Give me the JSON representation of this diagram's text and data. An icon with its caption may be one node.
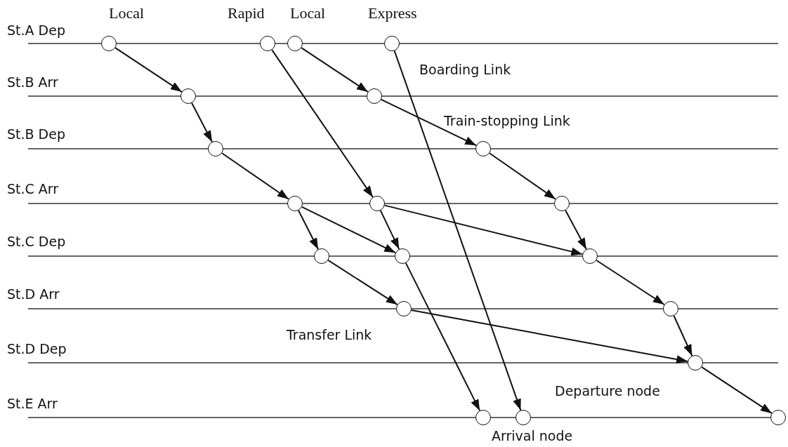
{
  "diagram": {
    "nodes": [
      {
        "text": [],
        "shape": "circle"
      },
      {
        "text": [],
        "shape": "circle"
      },
      {
        "text": [],
        "shape": "circle"
      },
      {
        "text": [],
        "shape": "circle"
      },
      {
        "text": [],
        "shape": "circle"
      },
      {
        "text": [],
        "shape": "circle"
      },
      {
        "text": [],
        "shape": "circle"
      },
      {
        "text": [],
        "shape": "circle"
      },
      {
        "text": [],
        "shape": "circle"
      },
      {
        "text": [],
        "shape": "circle"
      },
      {
        "text": [],
        "shape": "circle"
      },
      {
        "text": [],
        "shape": "circle"
      },
      {
        "text": [],
        "shape": "circle"
      },
      {
        "text": [],
        "shape": "circle"
      },
      {
        "text": [],
        "shape": "circle"
      },
      {
        "text": [],
        "shape": "circle"
      },
      {
        "text": [],
        "shape": "circle"
      },
      {
        "text": [],
        "shape": "circle"
      },
      {
        "text": [],
        "shape": "circle"
      },
      {
        "text": [],
        "shape": "circle"
      }
    ],
    "edges": [
      {
        "from": 0,
        "to": 4,
        "arrow": "to"
      },
      {
        "from": 4,
        "to": 6,
        "arrow": "to"
      },
      {
        "from": 6,
        "to": 8,
        "arrow": "to"
      },
      {
        "from": 8,
        "to": 11,
        "arrow": "to"
      },
      {
        "from": 11,
        "to": 14,
        "arrow": "to"
      },
      {
        "from": 14,
        "to": 16,
        "arrow": "to"
      },
      {
        "from": 8,
        "to": 12,
        "arrow": "to"
      },
      {
        "from": 1,
        "to": 9,
        "arrow": "to"
      },
      {
        "from": 9,
        "to": 12,
        "arrow": "to"
      },
      {
        "from": 12,
        "to": 17,
        "arrow": "to"
      },
      {
        "from": 9,
        "to": 13,
        "arrow": "to"
      },
      {
        "from": 2,
        "to": 5,
        "arrow": "to"
      },
      {
        "from": 5,
        "to": 7,
        "arrow": "to"
      },
      {
        "from": 7,
        "to": 10,
        "arrow": "to"
      },
      {
        "from": 10,
        "to": 13,
        "arrow": "to"
      },
      {
        "from": 13,
        "to": 15,
        "arrow": "to"
      },
      {
        "from": 15,
        "to": 16,
        "arrow": "to"
      },
      {
        "from": 16,
        "to": 19,
        "arrow": "to"
      },
      {
        "from": 3,
        "to": 18,
        "arrow": "to"
      }
    ],
    "labels": [
      "Local",
      "Rapid",
      "Local",
      "Express",
      "St.A Dep",
      "St.B Arr",
      "Boarding Link",
      "St.B Dep",
      "Train-stopping Link",
      "St.C Arr",
      "St.C Dep",
      "St.D Arr",
      "Transfer Link",
      "St.D Dep",
      "Departure node",
      "St.E Arr",
      "Arrival node"
    ]
  }
}
